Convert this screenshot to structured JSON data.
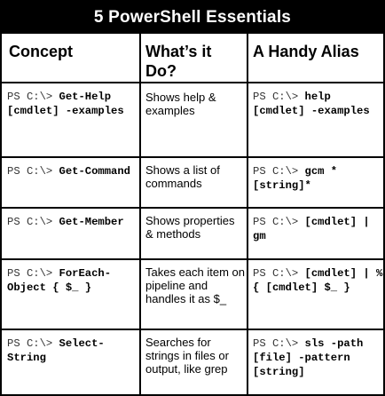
{
  "title": "5 PowerShell Essentials",
  "headers": {
    "concept": "Concept",
    "what": "What’s it Do?",
    "alias": "A Handy Alias"
  },
  "prompt": "PS C:\\>",
  "rows": [
    {
      "concept_cmd": "Get-Help [cmdlet] -examples",
      "description": "Shows help & examples",
      "alias_cmd": "help [cmdlet] -examples"
    },
    {
      "concept_cmd": "Get-Command",
      "description": "Shows a list of commands",
      "alias_cmd": "gcm *[string]*"
    },
    {
      "concept_cmd": "Get-Member",
      "description": "Shows properties & methods",
      "alias_cmd": "[cmdlet] | gm"
    },
    {
      "concept_cmd": "ForEach-Object { $_ }",
      "description": "Takes each item on pipeline and handles it as $_",
      "alias_cmd": "[cmdlet] | % { [cmdlet] $_ }"
    },
    {
      "concept_cmd": "Select-String",
      "description": "Searches for strings in files or output, like grep",
      "alias_cmd": "sls -path [file] -pattern [string]"
    }
  ]
}
